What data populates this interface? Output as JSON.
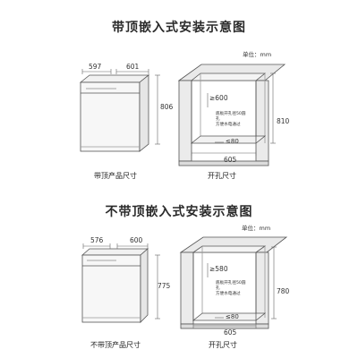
{
  "top": {
    "title": "带顶嵌入式安装示意图",
    "unit": "单位：mm",
    "product": {
      "caption": "带顶产品尺寸",
      "depth": "597",
      "width": "601",
      "height": "806"
    },
    "cutout": {
      "caption": "开孔尺寸",
      "depth_min": "≥600",
      "height": "810",
      "width": "605",
      "gap_min": "≤80",
      "note": [
        "底板开孔径50圆孔",
        "方便水电通过"
      ]
    }
  },
  "bottom": {
    "title": "不带顶嵌入式安装示意图",
    "unit": "单位：mm",
    "product": {
      "caption": "不带顶产品尺寸",
      "depth": "576",
      "width": "600",
      "height": "775"
    },
    "cutout": {
      "caption": "开孔尺寸",
      "depth_min": "≥580",
      "height": "780",
      "width": "605",
      "gap_min": "≤80",
      "note": [
        "底板开孔径50圆孔",
        "方便水电通过"
      ]
    }
  }
}
